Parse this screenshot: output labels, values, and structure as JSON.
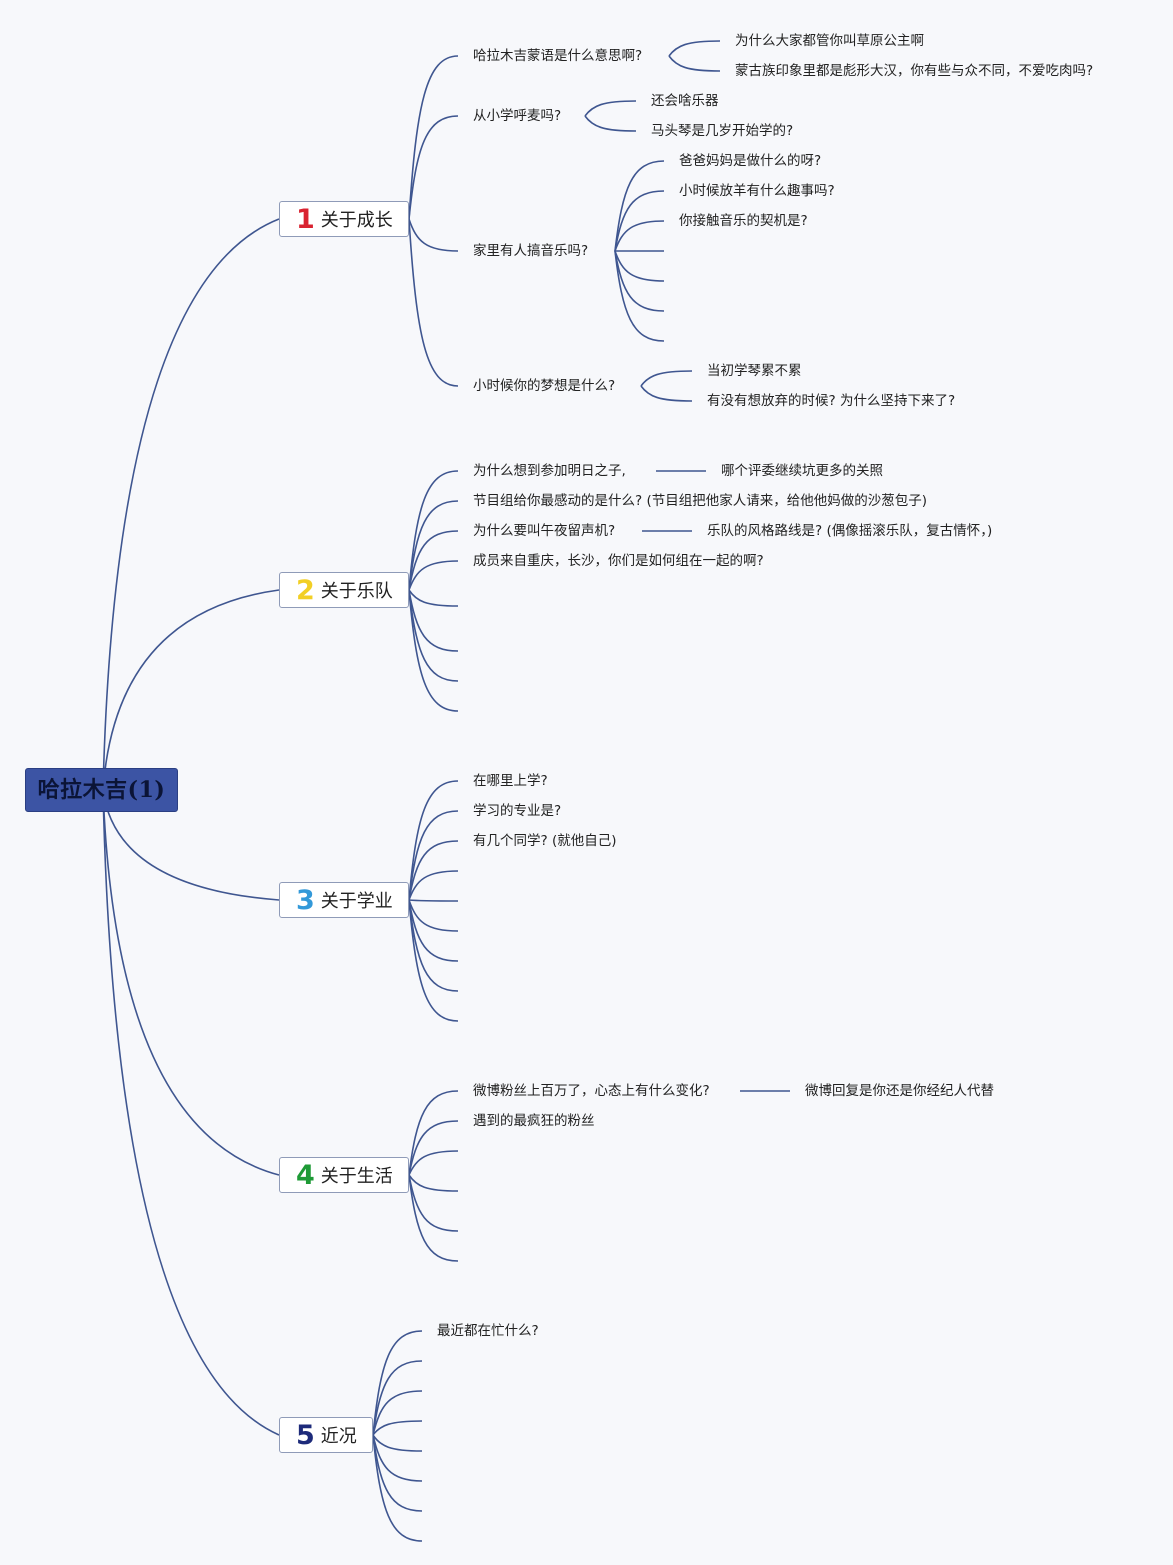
{
  "root": {
    "label": "哈拉木吉(1)"
  },
  "colors": {
    "background": "#f7f8fb",
    "line": "#3f5690",
    "root_fill": "#3c54a4",
    "num_1": "#d92331",
    "num_2": "#f2cf25",
    "num_3": "#3399d9",
    "num_4": "#1e9a36",
    "num_5": "#1d2a7a"
  },
  "branches": [
    {
      "num": "1",
      "label": "关于成长",
      "children": [
        {
          "label": "哈拉木吉蒙语是什么意思啊?",
          "children": [
            "为什么大家都管你叫草原公主啊",
            "蒙古族印象里都是彪形大汉，你有些与众不同，不爱吃肉吗?"
          ]
        },
        {
          "label": "从小学呼麦吗?",
          "children": [
            "还会啥乐器",
            "马头琴是几岁开始学的?"
          ]
        },
        {
          "label": "家里有人搞音乐吗?",
          "children": [
            "爸爸妈妈是做什么的呀?",
            "小时候放羊有什么趣事吗?",
            "你接触音乐的契机是?",
            "",
            "",
            "",
            ""
          ]
        },
        {
          "label": "小时候你的梦想是什么?",
          "children": [
            "当初学琴累不累",
            "有没有想放弃的时候? 为什么坚持下来了?"
          ]
        }
      ]
    },
    {
      "num": "2",
      "label": "关于乐队",
      "children": [
        {
          "label": "为什么想到参加明日之子,",
          "children": [
            "哪个评委继续坑更多的关照"
          ]
        },
        {
          "label": "节目组给你最感动的是什么? (节目组把他家人请来，给他他妈做的沙葱包子)",
          "children": []
        },
        {
          "label": "为什么要叫午夜留声机?",
          "children": [
            "乐队的风格路线是? (偶像摇滚乐队，复古情怀，)"
          ]
        },
        {
          "label": "成员来自重庆，长沙，你们是如何组在一起的啊?",
          "children": []
        },
        {
          "label": "",
          "children": []
        },
        {
          "label": "",
          "children": []
        },
        {
          "label": "",
          "children": []
        },
        {
          "label": "",
          "children": []
        }
      ]
    },
    {
      "num": "3",
      "label": "关于学业",
      "children": [
        {
          "label": "在哪里上学?",
          "children": []
        },
        {
          "label": "学习的专业是?",
          "children": []
        },
        {
          "label": "有几个同学? (就他自己)",
          "children": []
        },
        {
          "label": "",
          "children": []
        },
        {
          "label": "",
          "children": []
        },
        {
          "label": "",
          "children": []
        },
        {
          "label": "",
          "children": []
        },
        {
          "label": "",
          "children": []
        }
      ]
    },
    {
      "num": "4",
      "label": "关于生活",
      "children": [
        {
          "label": "微博粉丝上百万了，心态上有什么变化?",
          "children": [
            "微博回复是你还是你经纪人代替"
          ]
        },
        {
          "label": "遇到的最疯狂的粉丝",
          "children": []
        },
        {
          "label": "",
          "children": []
        },
        {
          "label": "",
          "children": []
        },
        {
          "label": "",
          "children": []
        },
        {
          "label": "",
          "children": []
        }
      ]
    },
    {
      "num": "5",
      "label": "近况",
      "children": [
        {
          "label": "最近都在忙什么?",
          "children": []
        },
        {
          "label": "",
          "children": []
        },
        {
          "label": "",
          "children": []
        },
        {
          "label": "",
          "children": []
        },
        {
          "label": "",
          "children": []
        },
        {
          "label": "",
          "children": []
        },
        {
          "label": "",
          "children": []
        }
      ]
    }
  ]
}
